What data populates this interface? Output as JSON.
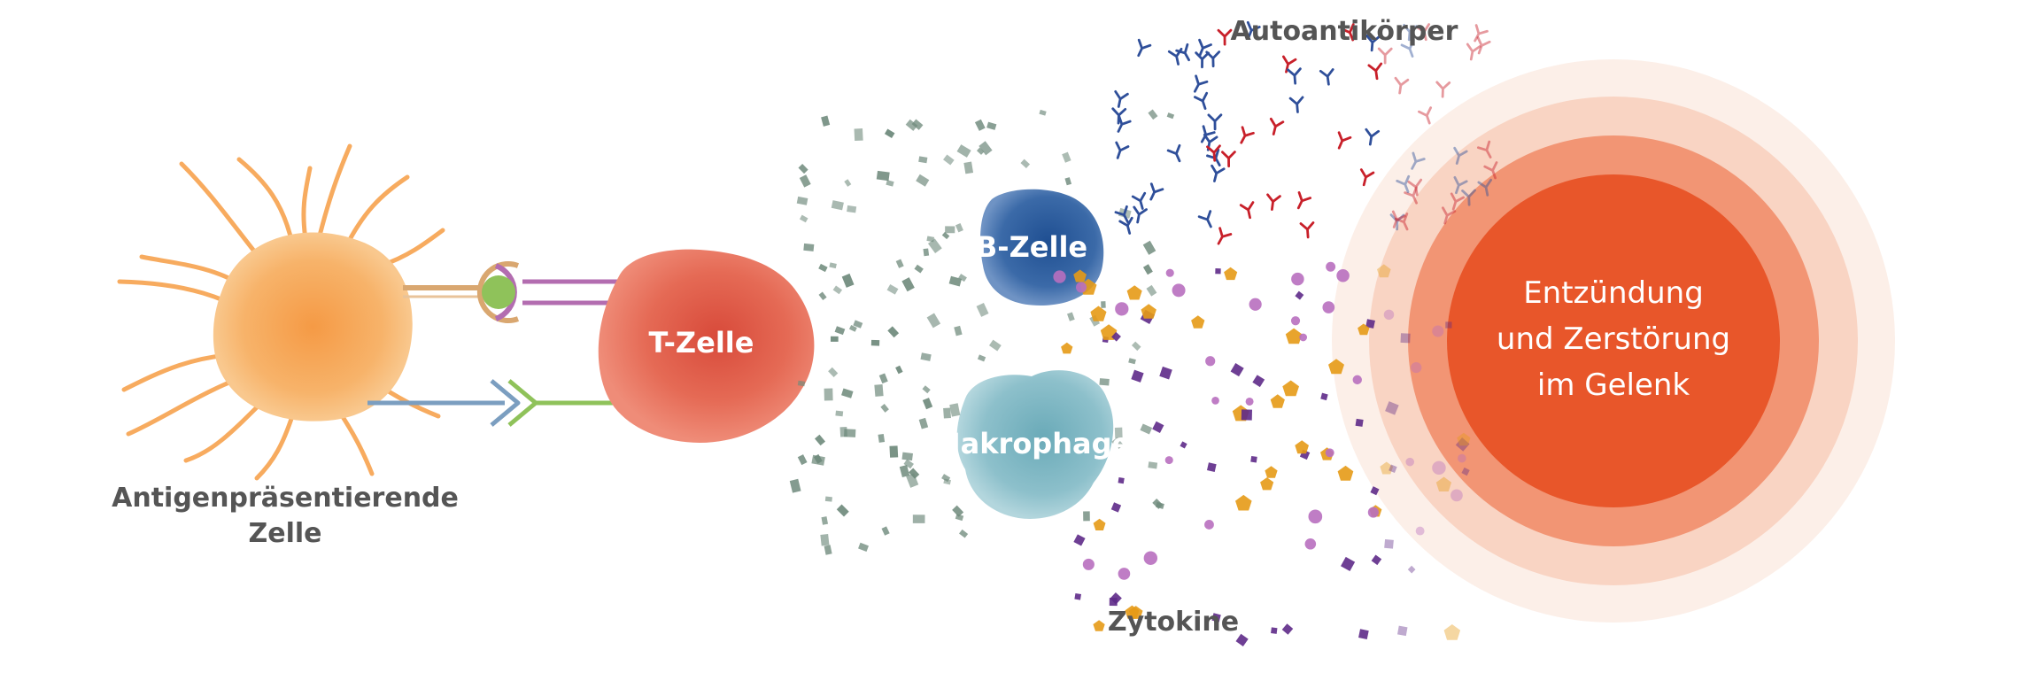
{
  "labels": {
    "apc_line1": "Antigenpräsentierende",
    "apc_line2": "Zelle",
    "tcell": "T-Zelle",
    "bcell": "B-Zelle",
    "macrophage": "Makrophage",
    "autoantibodies": "Autoantikörper",
    "cytokines": "Zytokine",
    "inflammation_line1": "Entzündung",
    "inflammation_line2": "und Zerstörung",
    "inflammation_line3": "im Gelenk"
  },
  "colors": {
    "apc": "#f7a24e",
    "tcell": "#e05a43",
    "bcell": "#2f5f9e",
    "macrophage": "#7fb8c4",
    "signal_fragments": "#6f8a7c",
    "antibody_blue": "#2f4f9a",
    "antibody_red": "#c8202a",
    "cytokine_purple": "#5e2a88",
    "cytokine_magenta": "#b86fbf",
    "cytokine_orange": "#e59a16",
    "inflammation_core": "#e8562a",
    "inflammation_ring": "#f08a6a",
    "receptor_green": "#8fc25a",
    "receptor_purple": "#b36db0",
    "receptor_blue": "#7b9ec0",
    "receptor_tan": "#d9a770"
  }
}
